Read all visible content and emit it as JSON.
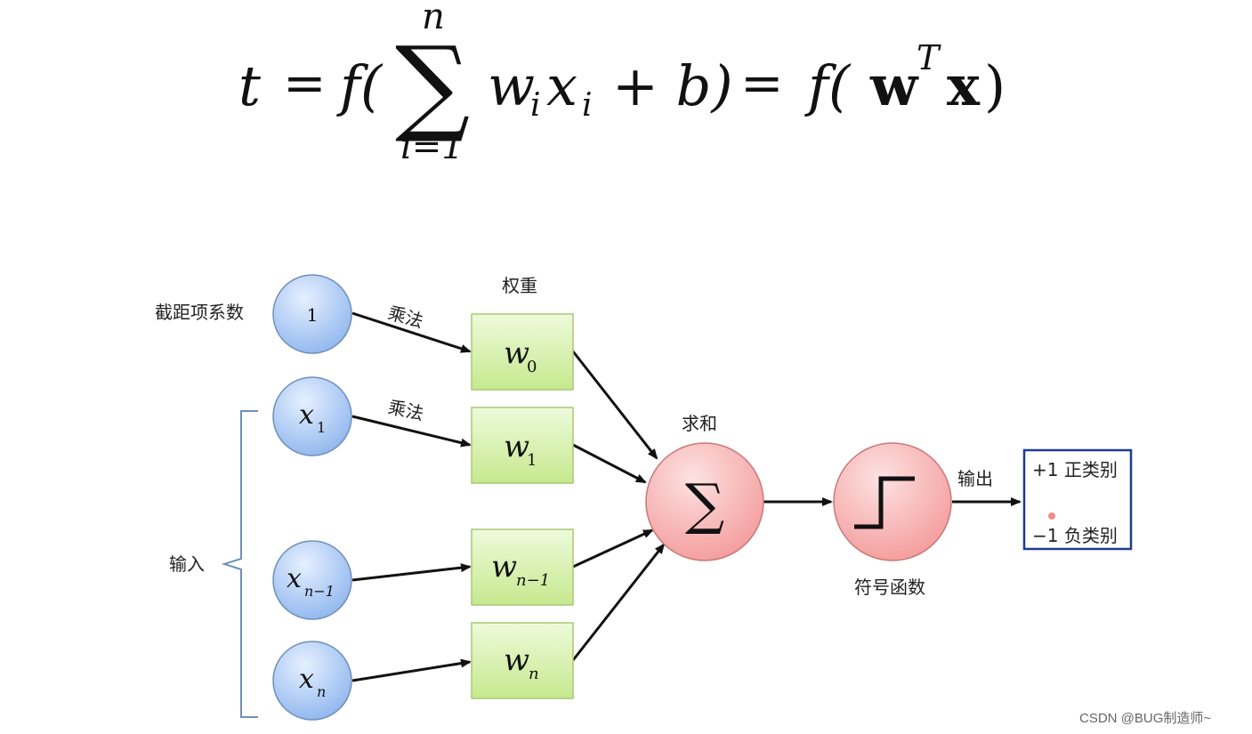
{
  "formula": {
    "t": "t",
    "eq1": "=",
    "f1": "f(",
    "sum_upper": "n",
    "sum_lower": "i=1",
    "w": "w",
    "w_sub": "i",
    "x": "x",
    "x_sub": "i",
    "plus_b": "+ b)",
    "eq2": "=",
    "f2": "f(",
    "bold_w": "w",
    "sup_T": "T",
    "bold_x": "x",
    "close": ")"
  },
  "labels": {
    "intercept": "截距项系数",
    "weights": "权重",
    "multiply_1": "乘法",
    "multiply_2": "乘法",
    "sum": "求和",
    "sign_function": "符号函数",
    "input": "输入",
    "output": "输出"
  },
  "inputs": [
    {
      "main": "1",
      "sub": ""
    },
    {
      "main": "x",
      "sub": "1"
    },
    {
      "main": "x",
      "sub": "n−1"
    },
    {
      "main": "x",
      "sub": "n"
    }
  ],
  "weights": [
    {
      "main": "w",
      "sub": "0"
    },
    {
      "main": "w",
      "sub": "1"
    },
    {
      "main": "w",
      "sub": "n−1"
    },
    {
      "main": "w",
      "sub": "n"
    }
  ],
  "sum_symbol": "∑",
  "output_classes": {
    "positive": "+1 正类别",
    "negative": "−1 负类别"
  },
  "watermark": "CSDN @BUG制造师~",
  "colors": {
    "input_node": "#9fc3f2",
    "weight_box": "#d6f0a8",
    "sum_node": "#f7a8a8",
    "output_box_border": "#1f3a93"
  }
}
